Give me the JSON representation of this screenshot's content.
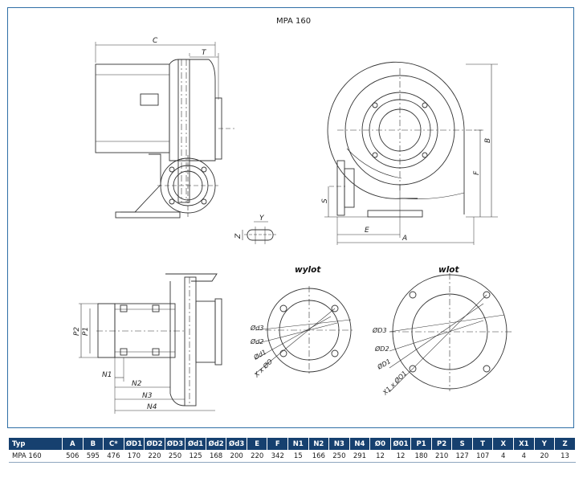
{
  "title": "MPA 160",
  "views": {
    "outlet_round_label": "wylot",
    "outlet_square_label": "wlot"
  },
  "dimensions": {
    "C": "C",
    "T": "T",
    "B": "B",
    "F": "F",
    "S": "S",
    "E": "E",
    "A": "A",
    "Y": "Y",
    "Z": "Z",
    "P1": "P1",
    "P2": "P2",
    "N1": "N1",
    "N2": "N2",
    "N3": "N3",
    "N4": "N4",
    "d3_a": "Ød3",
    "d2_a": "Ød2",
    "d1_a": "Ød1",
    "x_a": "X x ØO",
    "D3_b": "ØD3",
    "D2_b": "ØD2",
    "D1_b": "ØD1",
    "x_b": "X1 x ØO1"
  },
  "table": {
    "headers": [
      "Typ",
      "A",
      "B",
      "C*",
      "ØD1",
      "ØD2",
      "ØD3",
      "Ød1",
      "Ød2",
      "Ød3",
      "E",
      "F",
      "N1",
      "N2",
      "N3",
      "N4",
      "Ø0",
      "Ø01",
      "P1",
      "P2",
      "S",
      "T",
      "X",
      "X1",
      "Y",
      "Z"
    ],
    "rows": [
      [
        "MPA 160",
        "506",
        "595",
        "476",
        "170",
        "220",
        "250",
        "125",
        "168",
        "200",
        "220",
        "342",
        "15",
        "166",
        "250",
        "291",
        "12",
        "12",
        "180",
        "210",
        "127",
        "107",
        "4",
        "4",
        "20",
        "13"
      ]
    ]
  }
}
